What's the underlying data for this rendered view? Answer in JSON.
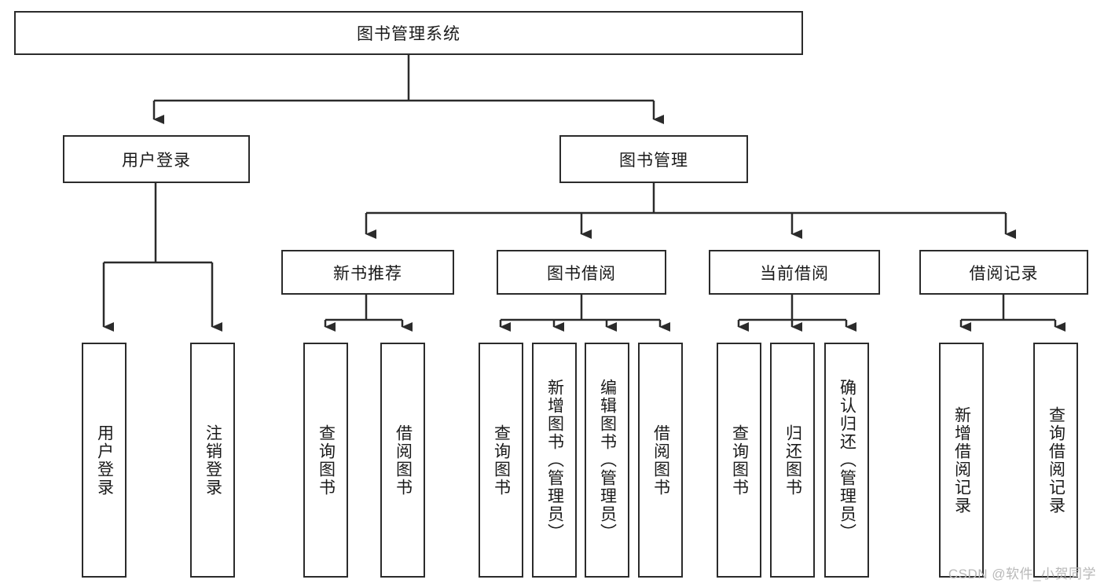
{
  "diagram": {
    "type": "hierarchy-tree",
    "title": "图书管理系统",
    "watermark": "CSDN @软件_小贺同学",
    "colors": {
      "box_border": "#2b2b2b",
      "box_fill": "#ffffff",
      "connector": "#2b2b2b",
      "text": "#1a1a1a",
      "watermark": "#b8b8b8",
      "background": "#ffffff"
    },
    "root": {
      "label": "图书管理系统"
    },
    "level2": [
      {
        "label": "用户登录"
      },
      {
        "label": "图书管理"
      }
    ],
    "level3": [
      {
        "label": "新书推荐"
      },
      {
        "label": "图书借阅"
      },
      {
        "label": "当前借阅"
      },
      {
        "label": "借阅记录"
      }
    ],
    "leaves": {
      "user_login": [
        {
          "label": "用户登录"
        },
        {
          "label": "注销登录"
        }
      ],
      "new_book_recommend": [
        {
          "label": "查询图书"
        },
        {
          "label": "借阅图书"
        }
      ],
      "book_borrow": [
        {
          "label": "查询图书"
        },
        {
          "label": "新增图书（管理员）"
        },
        {
          "label": "编辑图书（管理员）"
        },
        {
          "label": "借阅图书"
        }
      ],
      "current_borrow": [
        {
          "label": "查询图书"
        },
        {
          "label": "归还图书"
        },
        {
          "label": "确认归还（管理员）"
        }
      ],
      "borrow_record": [
        {
          "label": "新增借阅记录"
        },
        {
          "label": "查询借阅记录"
        }
      ]
    }
  }
}
